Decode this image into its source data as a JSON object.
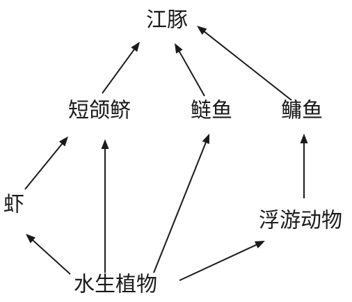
{
  "diagram": {
    "nodes": [
      {
        "id": "jiangtun",
        "label": "江豚"
      },
      {
        "id": "duanhanji",
        "label": "短颌鲚"
      },
      {
        "id": "lianyu",
        "label": "鲢鱼"
      },
      {
        "id": "yongyu",
        "label": "鳙鱼"
      },
      {
        "id": "xia",
        "label": "虾"
      },
      {
        "id": "fuyoudongwu",
        "label": "浮游动物"
      },
      {
        "id": "shuishengzhiwu",
        "label": "水生植物"
      }
    ],
    "edges": [
      {
        "from": "shuishengzhiwu",
        "to": "xia"
      },
      {
        "from": "shuishengzhiwu",
        "to": "duanhanji"
      },
      {
        "from": "shuishengzhiwu",
        "to": "lianyu"
      },
      {
        "from": "shuishengzhiwu",
        "to": "fuyoudongwu"
      },
      {
        "from": "xia",
        "to": "duanhanji"
      },
      {
        "from": "fuyoudongwu",
        "to": "yongyu"
      },
      {
        "from": "duanhanji",
        "to": "jiangtun"
      },
      {
        "from": "lianyu",
        "to": "jiangtun"
      },
      {
        "from": "yongyu",
        "to": "jiangtun"
      }
    ]
  }
}
